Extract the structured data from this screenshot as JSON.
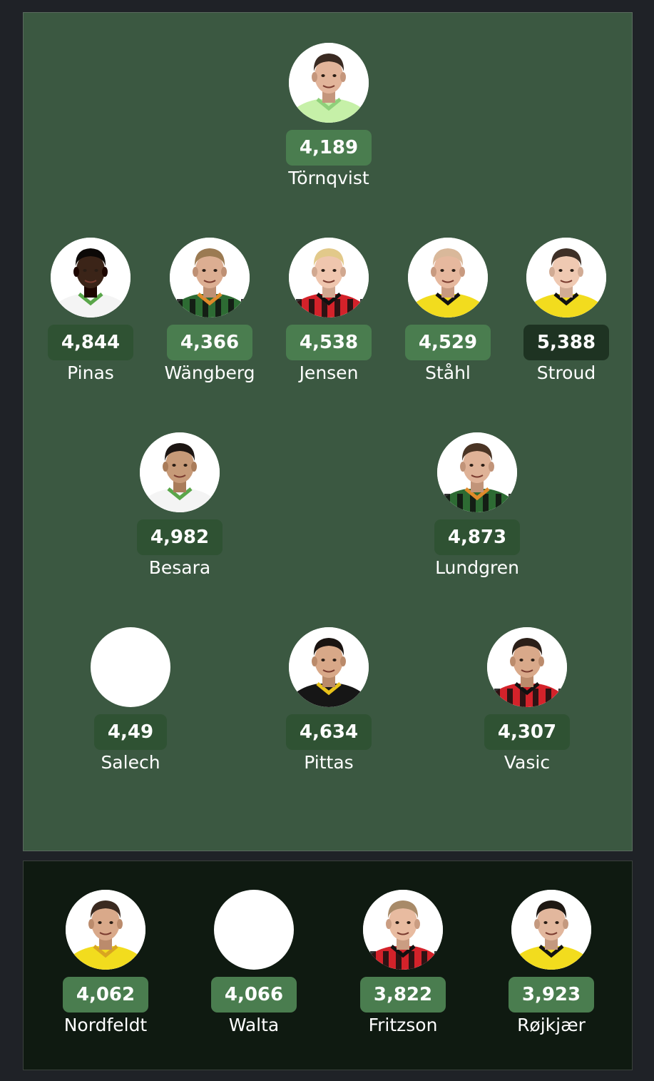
{
  "colors": {
    "page_bg": "#1f2227",
    "pitch_bg": "#3b5841",
    "bench_bg": "#0f1a11",
    "score_light": "#4a7d4f",
    "score_mid": "#2f5233",
    "score_dark": "#1e3322",
    "text": "#ffffff"
  },
  "lineup": [
    {
      "name": "Törnqvist",
      "score": "4,189",
      "tone": "light",
      "kit": "green-gk",
      "skin": "#e2b49a",
      "hair": "#3a2a22"
    },
    {
      "name": "Pinas",
      "score": "4,844",
      "tone": "mid",
      "kit": "white-green",
      "skin": "#3b2418",
      "hair": "#0c0907"
    },
    {
      "name": "Wängberg",
      "score": "4,366",
      "tone": "light",
      "kit": "green-black-orange",
      "skin": "#dcae92",
      "hair": "#9b7a52"
    },
    {
      "name": "Jensen",
      "score": "4,538",
      "tone": "light",
      "kit": "red-black",
      "skin": "#efc6ae",
      "hair": "#e2c98a"
    },
    {
      "name": "Ståhl",
      "score": "4,529",
      "tone": "light",
      "kit": "yellow-black",
      "skin": "#e6b89e",
      "hair": "#d9b89a"
    },
    {
      "name": "Stroud",
      "score": "5,388",
      "tone": "dark",
      "kit": "yellow-black",
      "skin": "#efc9b2",
      "hair": "#3e3027"
    },
    {
      "name": "Besara",
      "score": "4,982",
      "tone": "mid",
      "kit": "white-green",
      "skin": "#c79a78",
      "hair": "#1c1512"
    },
    {
      "name": "Lundgren",
      "score": "4,873",
      "tone": "mid",
      "kit": "green-black-orange",
      "skin": "#dfb297",
      "hair": "#4a3424"
    },
    {
      "name": "Salech",
      "score": "4,49",
      "tone": "mid",
      "kit": "none",
      "skin": "",
      "hair": ""
    },
    {
      "name": "Pittas",
      "score": "4,634",
      "tone": "mid",
      "kit": "black-yellow",
      "skin": "#d8a888",
      "hair": "#1a1411"
    },
    {
      "name": "Vasic",
      "score": "4,307",
      "tone": "mid",
      "kit": "red-black",
      "skin": "#d9a98a",
      "hair": "#2b1f18"
    }
  ],
  "bench": [
    {
      "name": "Nordfeldt",
      "score": "4,062",
      "tone": "light",
      "kit": "yellow-gk",
      "skin": "#d9a98a",
      "hair": "#3a2a20"
    },
    {
      "name": "Walta",
      "score": "4,066",
      "tone": "light",
      "kit": "none",
      "skin": "",
      "hair": ""
    },
    {
      "name": "Fritzson",
      "score": "3,822",
      "tone": "light",
      "kit": "red-black",
      "skin": "#e8bba0",
      "hair": "#a88a68"
    },
    {
      "name": "Røjkjær",
      "score": "3,923",
      "tone": "light",
      "kit": "yellow-black",
      "skin": "#e2b79d",
      "hair": "#1e1813"
    }
  ]
}
